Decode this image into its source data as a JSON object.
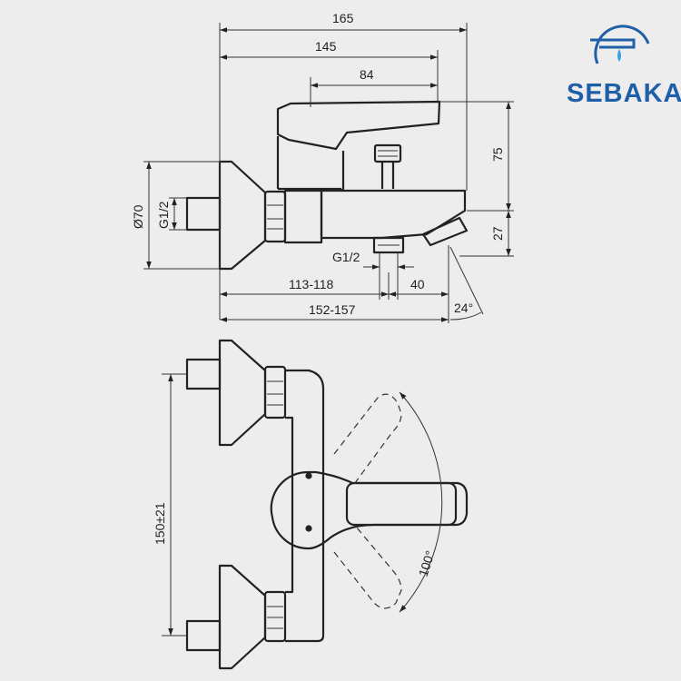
{
  "brand": {
    "name": "SEBAKA",
    "color": "#1f5fa8"
  },
  "dimensions": {
    "total_length": "165",
    "body_length": "145",
    "lever_length": "84",
    "height_top": "75",
    "height_outlet": "27",
    "flange_diameter": "Ø70",
    "inlet_thread": "G1/2",
    "diverter_thread": "G1/2",
    "wall_to_diverter": "113-118",
    "diverter_to_spout": "40",
    "wall_to_spout": "152-157",
    "spout_angle": "24°",
    "inlet_spacing": "150±21",
    "lever_rotation": "100°"
  }
}
